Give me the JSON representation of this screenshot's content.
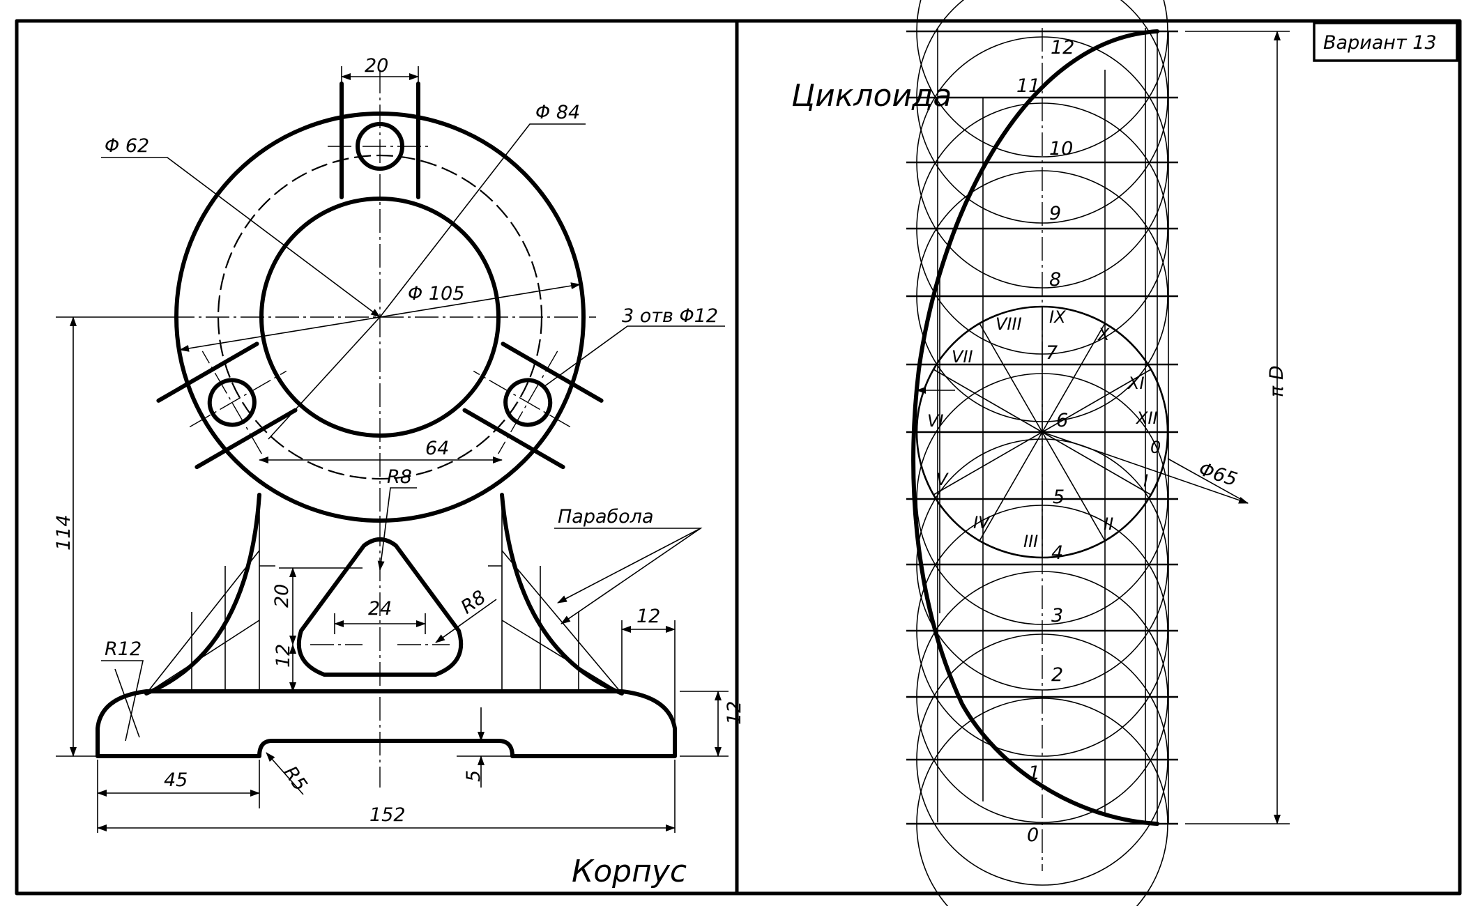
{
  "variant_label": "Вариант 13",
  "left_part": {
    "title": "Корпус",
    "dimensions": {
      "top_slot_width": "20",
      "inner_dia": "Φ 62",
      "bolt_circle_dia": "Φ 84",
      "outer_dia": "Φ 105",
      "holes": "3 отв Φ12",
      "span": "64",
      "window_radius_top": "R8",
      "window_radius_right": "R8",
      "window_width": "24",
      "window_height": "20",
      "window_offset": "12",
      "curve_name": "Парабола",
      "right_step": "12",
      "base_height": "12",
      "fillet": "R12",
      "total_height": "114",
      "recess_depth": "5",
      "recess_radius": "R5",
      "left_length": "45",
      "total_length": "152"
    }
  },
  "right_part": {
    "title": "Циклоида",
    "diameter": "Φ65",
    "length_label": "π D",
    "position_numbers": [
      "0",
      "1",
      "2",
      "3",
      "4",
      "5",
      "6",
      "7",
      "8",
      "9",
      "10",
      "11",
      "12"
    ],
    "circle_points": [
      "0",
      "I",
      "II",
      "III",
      "IV",
      "V",
      "VI",
      "VII",
      "VIII",
      "IX",
      "X",
      "XI",
      "XII"
    ]
  }
}
